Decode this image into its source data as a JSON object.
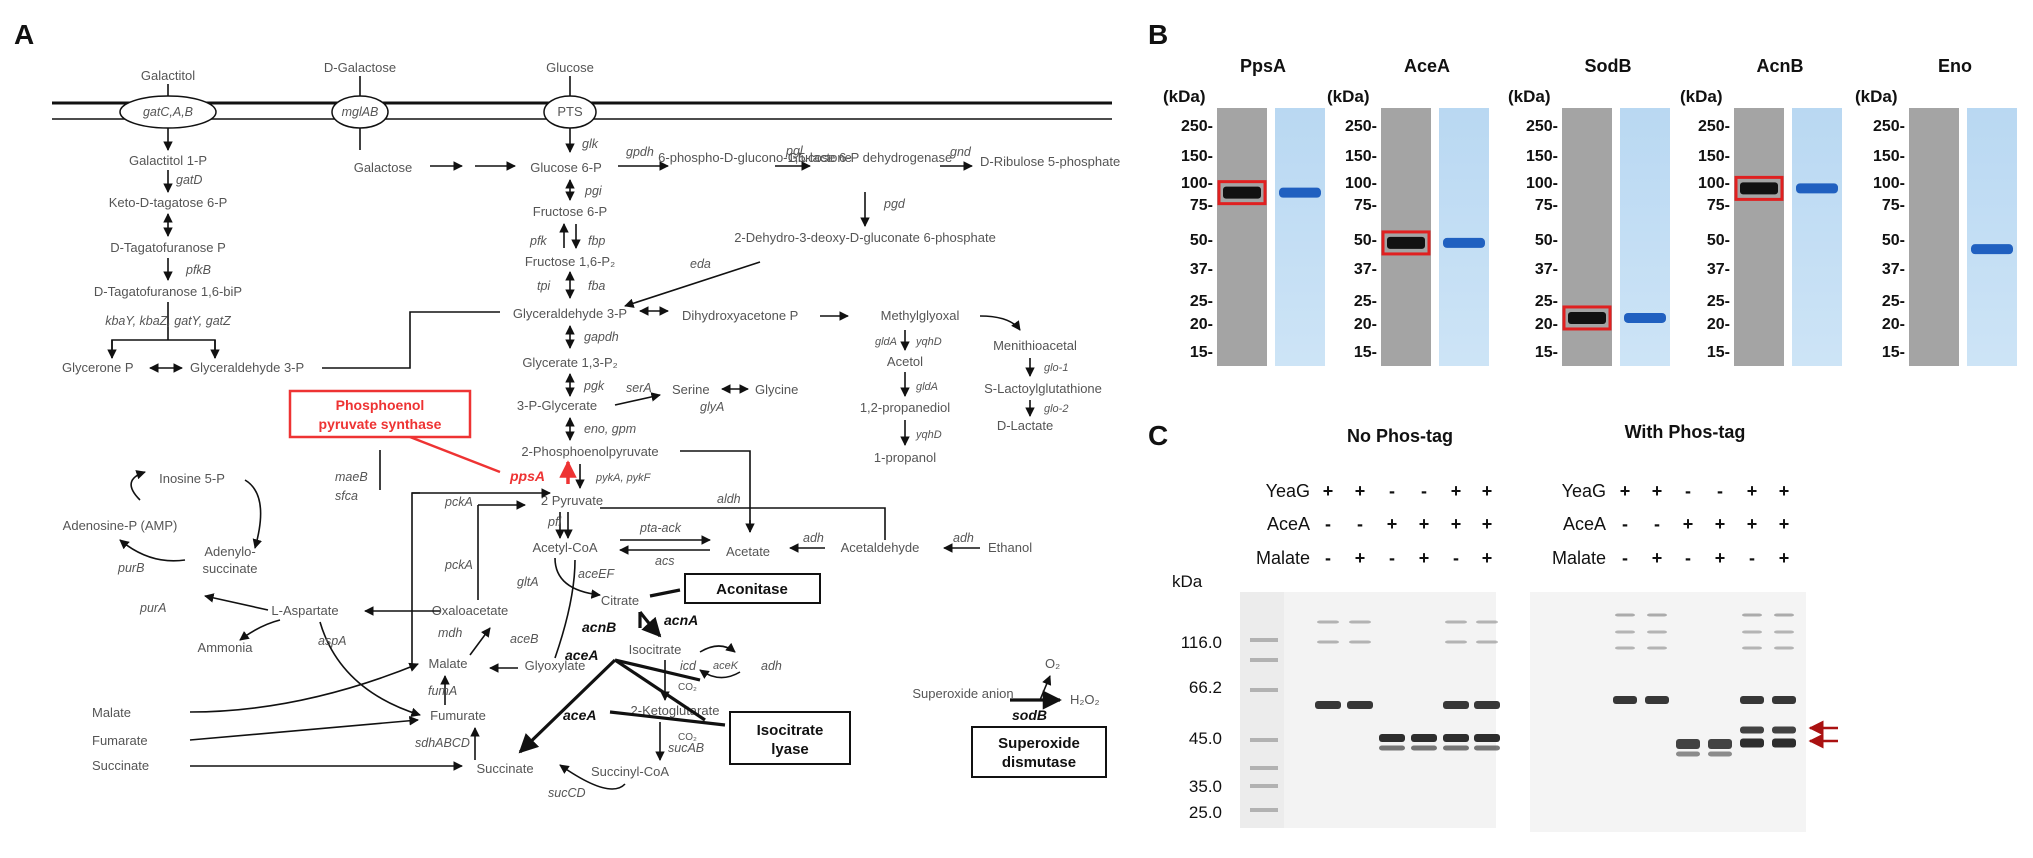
{
  "panels": {
    "a": "A",
    "b": "B",
    "c": "C"
  },
  "pathway": {
    "top_inputs": [
      "Galactitol",
      "D-Galactose",
      "Glucose"
    ],
    "transporters": [
      "gatC,A,B",
      "mglAB",
      "PTS"
    ],
    "galactitol_branch": [
      "Galactitol 1-P",
      "gatD",
      "Keto-D-tagatose 6-P",
      "D-Tagatofuranose P",
      "pfkB",
      "D-Tagatofuranose 1,6-biP",
      "kbaY, kbaZ, gatY, gatZ",
      "Glycerone P",
      "Glyceraldehyde 3-P"
    ],
    "glycolysis": [
      "Galactose",
      "Glucose 6-P",
      "glk",
      "gpdh",
      "pgi",
      "Fructose 6-P",
      "pfk",
      "fbp",
      "Fructose 1,6-P₂",
      "tpi",
      "fba",
      "Glyceraldehyde 3-P",
      "Dihydroxyacetone P",
      "gapdh",
      "Glycerate 1,3-P₂",
      "pgk",
      "3-P-Glycerate",
      "serA",
      "Serine",
      "Glycine",
      "glyA",
      "eno, gpm",
      "2-Phosphoenolpyruvate",
      "ppsA",
      "pykA, pykF",
      "2 Pyruvate"
    ],
    "ppp": [
      "6-phospho-D-glucono-1,5-lactone",
      "pgl",
      "Glucose 6-P dehydrogenase",
      "gnd",
      "D-Ribulose 5-phosphate",
      "pgd",
      "2-Dehydro-3-deoxy-D-gluconate 6-phosphate",
      "eda"
    ],
    "methylglyoxal": [
      "Methylglyoxal",
      "gldA",
      "yqhD",
      "Acetol",
      "1,2-propanediol",
      "1-propanol",
      "Menithioacetal",
      "glo-1",
      "S-Lactoylglutathione",
      "glo-2",
      "D-Lactate"
    ],
    "tca": [
      "pfl",
      "Acetyl-CoA",
      "pta-ack",
      "acs",
      "Acetate",
      "adh",
      "Acetaldehyde",
      "Ethanol",
      "aldh",
      "aceEF",
      "gltA",
      "Citrate",
      "acnB",
      "acnA",
      "Isocitrate",
      "icd",
      "aceK",
      "CO₂",
      "2-Ketoglutarate",
      "sucAB",
      "Succinyl-CoA",
      "sucCD",
      "Succinate",
      "sdhABCD",
      "Fumurate",
      "fumA",
      "Malate",
      "mdh",
      "Oxaloacetate",
      "pckA",
      "aceB",
      "Glyoxylate",
      "aceA",
      "maeB",
      "sfca"
    ],
    "aspartate": [
      "Inosine 5-P",
      "Adenosine-P (AMP)",
      "Adenylo-succinate",
      "purB",
      "purA",
      "L-Aspartate",
      "Ammonia",
      "aspA"
    ],
    "external": [
      "Malate",
      "Fumarate",
      "Succinate"
    ],
    "superoxide": [
      "Superoxide anion",
      "O₂",
      "sodB",
      "H₂O₂"
    ],
    "boxes": {
      "pps": [
        "Phosphoenol",
        "pyruvate synthase"
      ],
      "aconitase": "Aconitase",
      "icl": [
        "Isocitrate",
        "lyase"
      ],
      "sod": [
        "Superoxide",
        "dismutase"
      ]
    }
  },
  "blots": {
    "kda_label": "(kDa)",
    "proteins": [
      {
        "name": "PpsA",
        "markers": [
          "250-",
          "150-",
          "100-",
          "75-",
          "50-",
          "37-",
          "25-",
          "20-",
          "15-"
        ],
        "band_kda": 87
      },
      {
        "name": "AceA",
        "markers": [
          "250-",
          "150-",
          "100-",
          "75-",
          "50-",
          "37-",
          "25-",
          "20-",
          "15-"
        ],
        "band_kda": 48
      },
      {
        "name": "SodB",
        "markers": [
          "250-",
          "150-",
          "100-",
          "75-",
          "50-",
          "37-",
          "25-",
          "20-",
          "15-"
        ],
        "band_kda": 21
      },
      {
        "name": "AcnB",
        "markers": [
          "250-",
          "150-",
          "100-",
          "75-",
          "50-",
          "37-",
          "25-",
          "20-",
          "15-"
        ],
        "band_kda": 92
      },
      {
        "name": "Eno",
        "markers": [
          "250-",
          "150-",
          "100-",
          "75-",
          "50-",
          "37-",
          "25-",
          "20-",
          "15-"
        ],
        "band_kda": 45
      }
    ]
  },
  "phostag": {
    "gels": [
      {
        "title": "No Phos-tag"
      },
      {
        "title": "With Phos-tag"
      }
    ],
    "rows": [
      {
        "name": "YeaG",
        "signs": [
          "+",
          "+",
          "-",
          "-",
          "+",
          "+"
        ]
      },
      {
        "name": "AceA",
        "signs": [
          "-",
          "-",
          "+",
          "+",
          "+",
          "+"
        ]
      },
      {
        "name": "Malate",
        "signs": [
          "-",
          "+",
          "-",
          "+",
          "-",
          "+"
        ]
      }
    ],
    "kda_label": "kDa",
    "ladder": [
      "116.0",
      "66.2",
      "45.0",
      "35.0",
      "25.0"
    ]
  }
}
